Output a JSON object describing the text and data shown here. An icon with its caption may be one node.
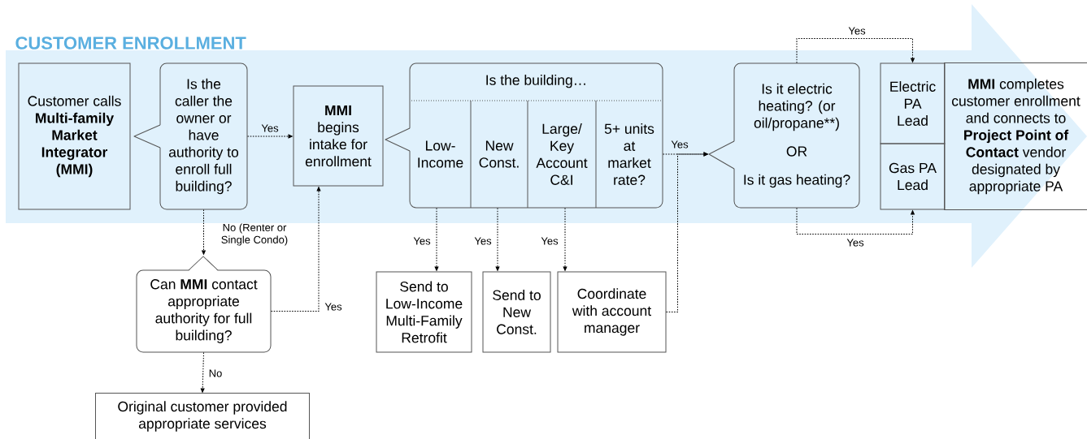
{
  "diagram": {
    "title": "CUSTOMER ENROLLMENT",
    "nodes": [
      {
        "text": [
          "Customer calls **Multi-family Market Integrator (MMI)**"
        ]
      },
      {
        "text": [
          "Is the caller the owner or have authority to enroll full building?"
        ]
      },
      {
        "text": [
          "**MMI** begins intake for enrollment"
        ]
      },
      {
        "text": [
          "Is the building…"
        ]
      },
      {
        "text": [
          "Low- Income"
        ],
        "in": 3
      },
      {
        "text": [
          "New Const."
        ],
        "in": 3
      },
      {
        "text": [
          "Large/ Key Account C&I"
        ],
        "in": 3
      },
      {
        "text": [
          "5+ units at market rate?"
        ],
        "in": 3
      },
      {
        "text": [
          "Is it electric heating? (or oil/propane**)",
          "OR",
          "Is it gas heating?"
        ]
      },
      {
        "text": [
          "Electric PA Lead"
        ]
      },
      {
        "text": [
          "Gas PA Lead"
        ]
      },
      {
        "text": [
          "**MMI** completes customer enrollment and connects to **Project Point of Contact** vendor designated by appropriate PA"
        ]
      },
      {
        "text": [
          "Can **MMI** contact appropriate authority for full building?"
        ]
      },
      {
        "text": [
          "Original customer provided appropriate services"
        ]
      },
      {
        "text": [
          "Send to Low-Income Multi-Family Retrofit"
        ]
      },
      {
        "text": [
          "Send to New Const."
        ]
      },
      {
        "text": [
          "Coordinate with account manager"
        ]
      }
    ],
    "edges": [
      {
        "from": 1,
        "to": 2,
        "arrow": "to",
        "label": "Yes"
      },
      {
        "from": 1,
        "to": 12,
        "arrow": "to",
        "label": "No (Renter or Single Condo)"
      },
      {
        "from": 12,
        "to": 2,
        "arrow": "to",
        "label": "Yes"
      },
      {
        "from": 12,
        "to": 13,
        "arrow": "to",
        "label": "No"
      },
      {
        "from": 4,
        "to": 14,
        "arrow": "to",
        "label": "Yes"
      },
      {
        "from": 5,
        "to": 15,
        "arrow": "to",
        "label": "Yes"
      },
      {
        "from": 6,
        "to": 16,
        "arrow": "to",
        "label": "Yes"
      },
      {
        "from": 7,
        "to": 8,
        "arrow": "to",
        "label": "Yes"
      },
      {
        "from": 16,
        "to": 8,
        "arrow": "to"
      },
      {
        "from": 8,
        "to": 9,
        "arrow": "to",
        "label": "Yes"
      },
      {
        "from": 8,
        "to": 10,
        "arrow": "to",
        "label": "Yes"
      }
    ]
  }
}
